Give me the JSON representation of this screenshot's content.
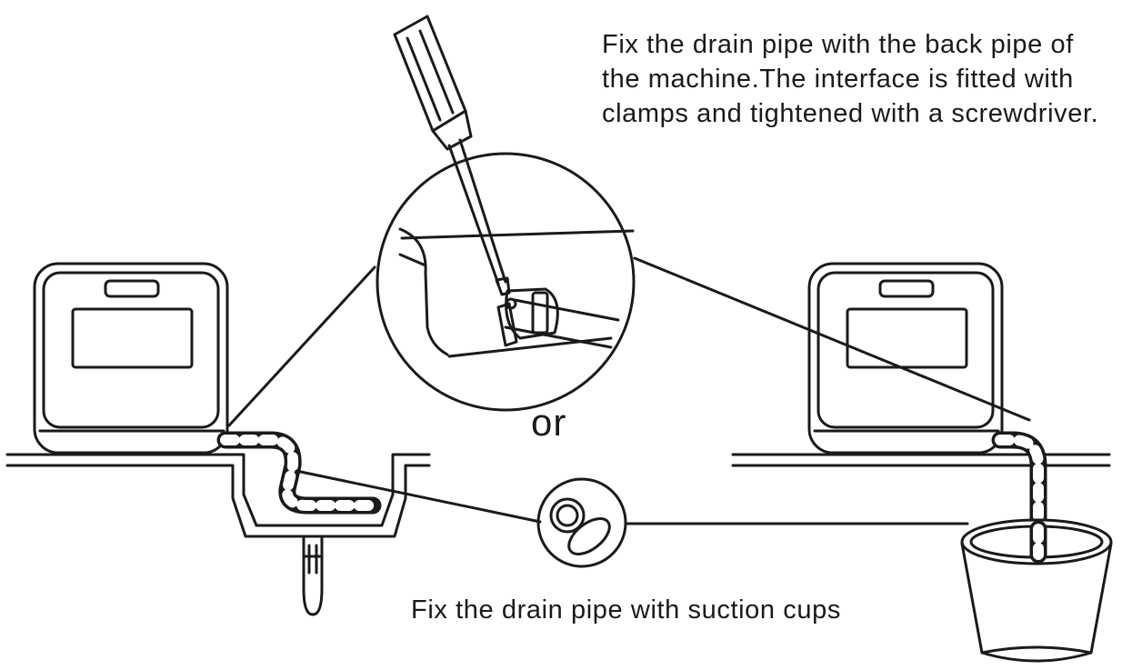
{
  "instructions": {
    "clamp_note": "Fix the drain pipe with the back pipe of the machine.The interface is fitted with clamps and tightened with a screwdriver.",
    "or_label": "or",
    "suction_note": "Fix the drain pipe with suction cups"
  },
  "icons": {
    "screwdriver": "screwdriver-icon",
    "clamp_magnifier": "magnifier-icon",
    "suction_cup": "suction-cup-icon",
    "dishwasher": "dishwasher-icon",
    "bucket": "bucket-icon"
  },
  "colors": {
    "line": "#1a1a1a",
    "background": "#ffffff"
  }
}
